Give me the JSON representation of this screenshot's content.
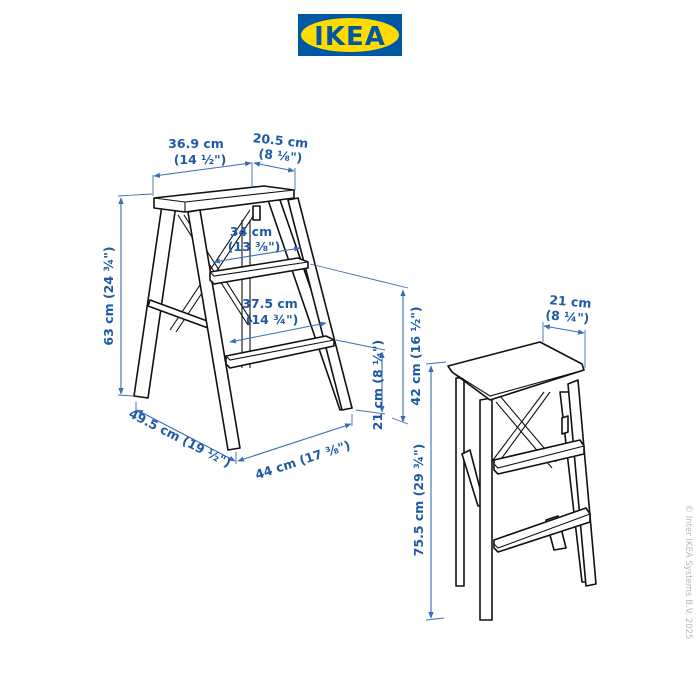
{
  "brand": {
    "logo_text": "IKEA",
    "logo_blue": "#0058A3",
    "logo_yellow": "#FFDB00"
  },
  "colors": {
    "dimension_text": "#1f5aa6",
    "dimension_line": "#3a6db5",
    "drawing_line": "#111111"
  },
  "unfolded_stool": {
    "dimensions": {
      "top_width": {
        "metric": "36.9 cm",
        "imperial": "(14 ½\")"
      },
      "top_depth": {
        "metric": "20.5 cm",
        "imperial": "(8 ⅛\")"
      },
      "upper_step_width": {
        "metric": "34 cm",
        "imperial": "(13 ⅜\")"
      },
      "lower_step_width": {
        "metric": "37.5 cm",
        "imperial": "(14 ¾\")"
      },
      "total_height": {
        "label": "63 cm (24 ¾\")"
      },
      "base_depth": {
        "label": "49.5 cm (19 ½\")"
      },
      "base_width": {
        "label": "44 cm (17 ⅜\")"
      },
      "upper_step_height": {
        "label": "42 cm (16 ½\")"
      },
      "lower_step_height": {
        "label": "21 cm (8 ¼\")"
      }
    }
  },
  "folded_stool": {
    "dimensions": {
      "depth": {
        "metric": "21 cm",
        "imperial": "(8 ¼\")"
      },
      "height": {
        "label": "75.5 cm (29 ¾\")"
      }
    }
  },
  "copyright": "© Inter IKEA Systems B.V. 2025"
}
